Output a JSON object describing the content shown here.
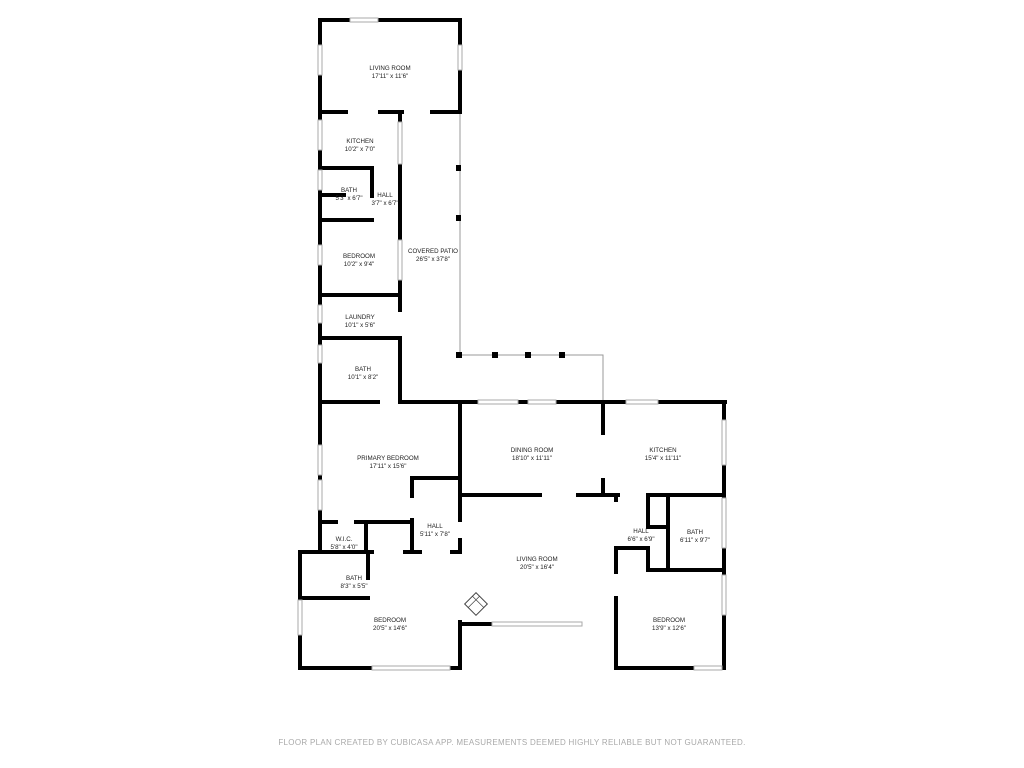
{
  "rooms": [
    {
      "name": "LIVING ROOM",
      "dims": "17'11\" x 11'6\""
    },
    {
      "name": "KITCHEN",
      "dims": "10'2\" x 7'0\""
    },
    {
      "name": "BATH",
      "dims": "5'3\" x 6'7\""
    },
    {
      "name": "HALL",
      "dims": "3'7\" x 6'7\""
    },
    {
      "name": "BEDROOM",
      "dims": "10'2\" x 9'4\""
    },
    {
      "name": "COVERED PATIO",
      "dims": "26'5\" x 37'8\""
    },
    {
      "name": "LAUNDRY",
      "dims": "10'1\" x 5'6\""
    },
    {
      "name": "BATH",
      "dims": "10'1\" x 8'2\""
    },
    {
      "name": "PRIMARY BEDROOM",
      "dims": "17'11\" x 15'6\""
    },
    {
      "name": "DINING ROOM",
      "dims": "18'10\" x 11'11\""
    },
    {
      "name": "KITCHEN",
      "dims": "15'4\" x 11'11\""
    },
    {
      "name": "HALL",
      "dims": "5'11\" x 7'8\""
    },
    {
      "name": "W.I.C.",
      "dims": "5'8\" x 4'0\""
    },
    {
      "name": "BATH",
      "dims": "8'3\" x 5'5\""
    },
    {
      "name": "BEDROOM",
      "dims": "20'5\" x 14'6\""
    },
    {
      "name": "LIVING ROOM",
      "dims": "20'5\" x 16'4\""
    },
    {
      "name": "HALL",
      "dims": "6'6\" x 6'9\""
    },
    {
      "name": "BATH",
      "dims": "6'11\" x 9'7\""
    },
    {
      "name": "BEDROOM",
      "dims": "13'9\" x 12'6\""
    }
  ],
  "footer": "FLOOR PLAN CREATED BY CUBICASA APP. MEASUREMENTS DEEMED HIGHLY RELIABLE BUT NOT GUARANTEED."
}
